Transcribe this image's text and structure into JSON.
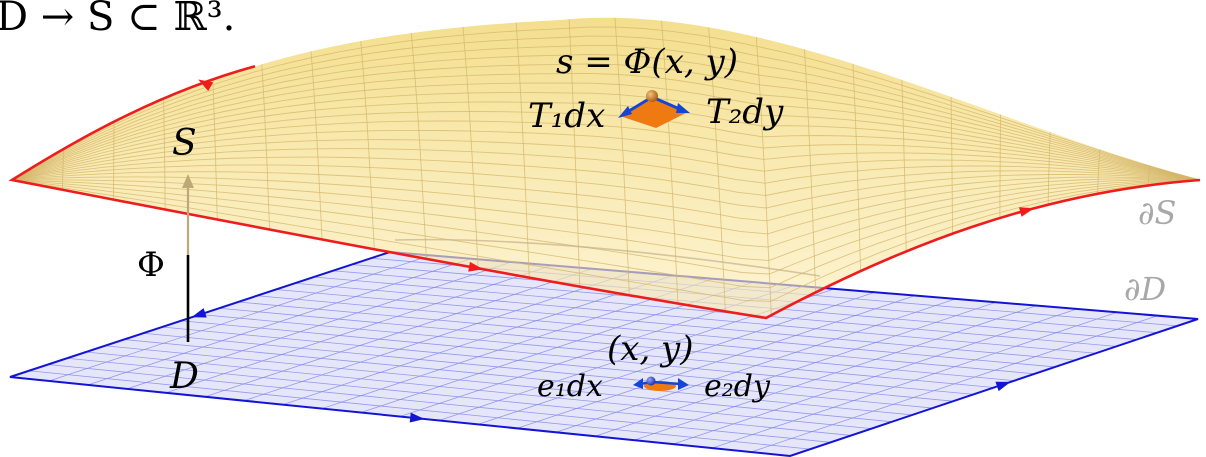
{
  "header_text": "D → S ⊂ ℝ³.",
  "labels": {
    "surface": "S",
    "domain": "D",
    "map": "Φ",
    "surface_boundary": "∂S",
    "domain_boundary": "∂D",
    "surface_point": "s = Φ(x, y)",
    "surface_tangent_1": "T₁dx",
    "surface_tangent_2": "T₂dy",
    "domain_point": "(x, y)",
    "domain_basis_1": "e₁dx",
    "domain_basis_2": "e₂dy"
  },
  "colors": {
    "surface_fill": "#f6df83",
    "surface_grid": "#d4b56a",
    "surface_boundary": "#ee1c1c",
    "domain_fill": "#e6e6fa",
    "domain_grid": "#7f86e8",
    "domain_boundary": "#1414d6",
    "patch": "#f07a12",
    "tangent_arrow": "#1446d6",
    "point": "#c8781e",
    "boundary_label": "#a8a8a8"
  }
}
